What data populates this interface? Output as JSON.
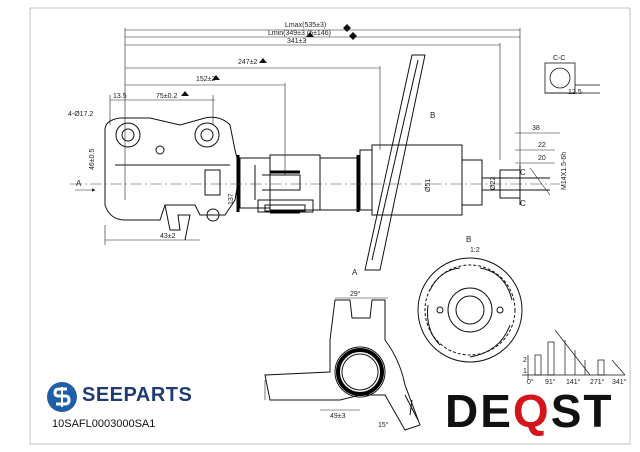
{
  "dimensions": {
    "lmax": "Lmax(535±3)",
    "lmin": "Lmin(349±3 (5±146)",
    "len_341": "341±3",
    "len_247": "247±2",
    "len_152": "152±2",
    "len_135": "13.5",
    "len_75": "75±0.2",
    "bolt_holes": "4-Ø17.2",
    "len_46": "46±0.5",
    "len_137": "137",
    "len_43": "43±2",
    "dia_51": "Ø51",
    "dia_22": "Ø22",
    "len_38": "38",
    "len_22": "22",
    "len_20": "20",
    "thread": "M14X1.5-6h",
    "len_125": "12.5",
    "angle_29": "29°",
    "len_49": "49±3",
    "angle_15": "15°"
  },
  "labels": {
    "section_a_left": "A",
    "section_a_bottom": "A",
    "section_b_top": "B",
    "section_b_right": "B",
    "scale_b": "1:2",
    "section_cc": "C-C",
    "c1_top": "C",
    "c1_bottom": "C",
    "hc_1": "1",
    "hc_2": "2"
  },
  "histogram_ticks": [
    "0°",
    "91°",
    "141°",
    "271°",
    "341°"
  ],
  "brand": {
    "seeparts": "SEEPARTS",
    "part_number": "10SAFL0003000SA1",
    "deqst_pre": "DE",
    "deqst_q": "Q",
    "deqst_post": "ST"
  }
}
